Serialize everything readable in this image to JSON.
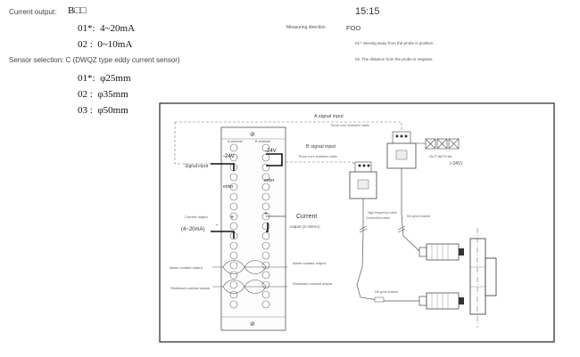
{
  "header": {
    "current_output_label": "Current output:",
    "model_code": "B□□",
    "time": "15:15"
  },
  "current_options": [
    {
      "code": "01*:",
      "value": "4~20mA"
    },
    {
      "code": "02 :",
      "value": "0~10mA"
    }
  ],
  "measuring": {
    "label": "Measuring direction",
    "value": "FOO",
    "note_1": "01*: Moving away from the probe is positive.",
    "note_2": "02: The distance from the probe is negative."
  },
  "sensor": {
    "label": "Sensor selection: C (DWQZ type eddy current sensor)",
    "options": [
      {
        "code": "01*:",
        "value": "φ25mm"
      },
      {
        "code": "02 :",
        "value": "φ35mm"
      },
      {
        "code": "03 :",
        "value": "φ50mm"
      }
    ]
  },
  "diagram": {
    "a_signal_input": "A signal input",
    "three_core_shielded_cable_top": "Three-core shielded cable",
    "a_channel": "A channel",
    "b_channel": "B channel",
    "terminal_mark": "⊘",
    "minus_24v": "-24V",
    "plus_24v": "-24V",
    "signal_input": "Signal input",
    "b_signal_input": "B signal input",
    "three_core_shielded_cable_mid": "Three-core shielded cable",
    "enter_left": "enter",
    "enter_right": "enter",
    "out_with": "OUT WITH ##",
    "out_voltage": "(-24V)",
    "current_output_small": "Current output",
    "current_range_left": "(4~20mA)",
    "current_label": "Current",
    "current_output_range": "output (4~20mA)",
    "plus_sign": "+",
    "minus_sign": "-",
    "alarm_contact_output_left": "Alarm contact output",
    "alarm_contact_output_right": "Alarm contact output",
    "shutdown_contact_output_left": "Shutdown contact output",
    "shutdown_contact_output_right": "Shutdown contact output",
    "high_frequency_cable": "High frequency cable",
    "connection_cable": "Connection cable",
    "left_cable_text": "5/6 grind bracket",
    "bottom_cable_text": "5/6 grind bracket"
  }
}
